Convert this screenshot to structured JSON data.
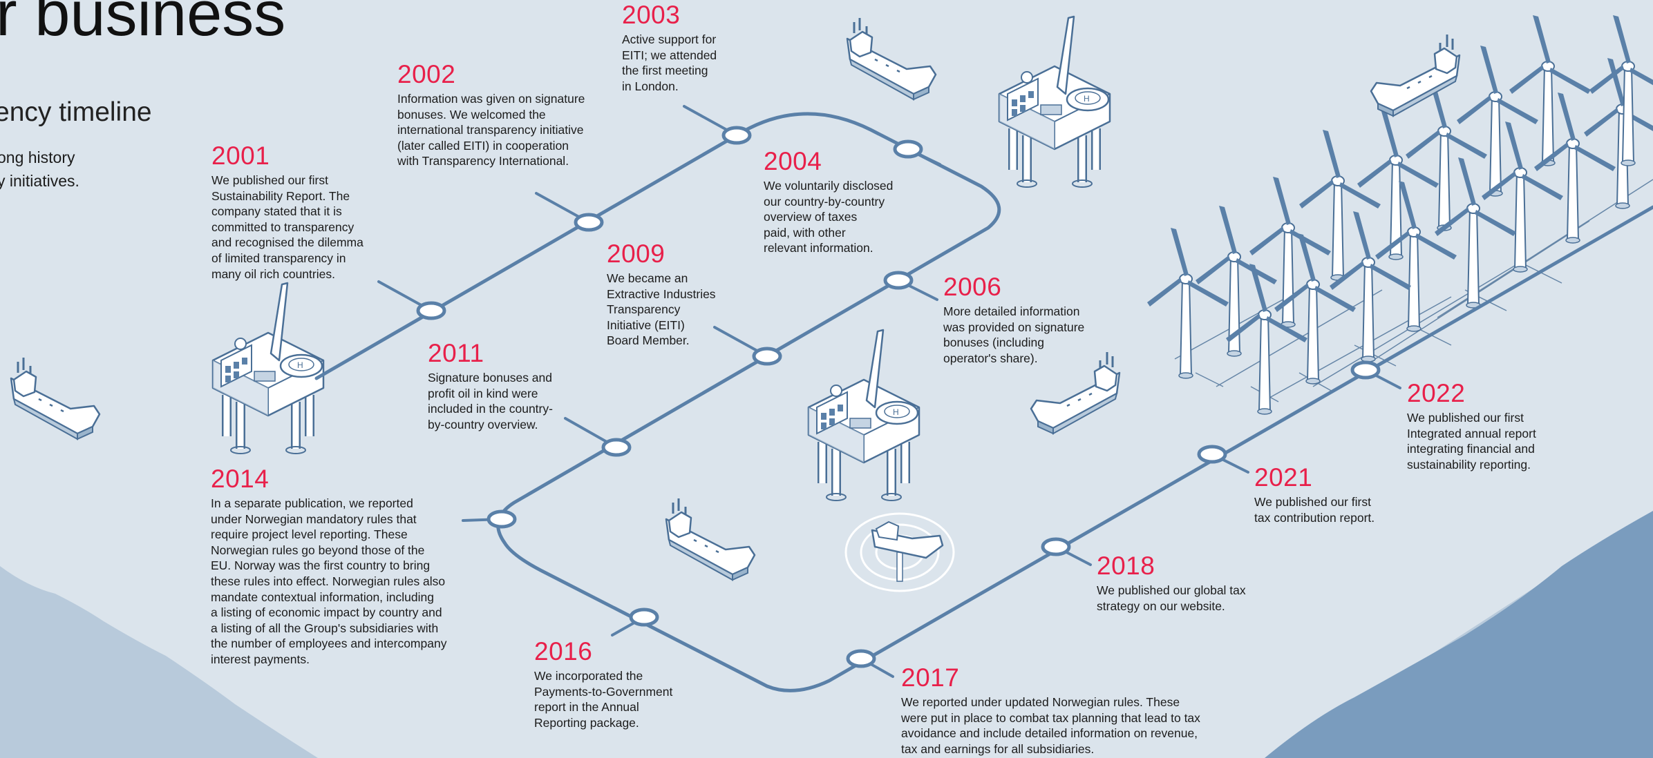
{
  "page": {
    "title": "r business",
    "subtitle": "ency timeline",
    "intro_line1": "ong history",
    "intro_line2": "y initiatives."
  },
  "colors": {
    "background": "#dbe4ec",
    "timeline": "#5a80a8",
    "accent_year": "#e8204a",
    "text": "#1c1c1c",
    "illustration_fill": "#ffffff",
    "illustration_shade": "#c5d4e3",
    "illustration_stroke": "#4a6f96",
    "coast_light": "#b8cadb",
    "coast_dark": "#7a9cbe"
  },
  "milestones": [
    {
      "year": "2001",
      "lines": [
        "We published our first",
        "Sustainability Report. The",
        "company stated that it is",
        "committed to transparency",
        "and recognised the dilemma",
        "of limited transparency in",
        "many oil rich countries."
      ]
    },
    {
      "year": "2002",
      "lines": [
        "Information was given on signature",
        "bonuses. We welcomed the",
        "international transparency initiative",
        "(later called EITI) in cooperation",
        "with Transparency International."
      ]
    },
    {
      "year": "2003",
      "lines": [
        "Active support for",
        "EITI; we attended",
        "the first meeting",
        "in London."
      ]
    },
    {
      "year": "2004",
      "lines": [
        "We voluntarily disclosed",
        "our country-by-country",
        "overview of taxes",
        "paid, with other",
        "relevant information."
      ]
    },
    {
      "year": "2006",
      "lines": [
        "More detailed information",
        "was provided on signature",
        "bonuses (including",
        "operator's share)."
      ]
    },
    {
      "year": "2009",
      "lines": [
        "We became an",
        "Extractive Industries",
        "Transparency",
        "Initiative (EITI)",
        "Board Member."
      ]
    },
    {
      "year": "2011",
      "lines": [
        "Signature bonuses and",
        "profit oil in kind were",
        "included in the country-",
        "by-country overview."
      ]
    },
    {
      "year": "2014",
      "lines": [
        "In a separate publication, we reported",
        "under Norwegian mandatory rules that",
        "require project level reporting. These",
        "Norwegian rules go beyond those of the",
        "EU. Norway was the first country to bring",
        "these rules into effect. Norwegian rules also",
        "mandate contextual information, including",
        "a listing of economic impact by country and",
        "a listing of all the Group's subsidiaries with",
        "the number of employees and intercompany",
        "interest payments."
      ]
    },
    {
      "year": "2016",
      "lines": [
        "We incorporated the",
        "Payments-to-Government",
        "report in the Annual",
        "Reporting package."
      ]
    },
    {
      "year": "2017",
      "lines": [
        "We reported under updated Norwegian rules. These",
        "were put in place to combat tax planning that lead to tax",
        "avoidance and include detailed information on revenue,",
        "tax and earnings for all subsidiaries."
      ]
    },
    {
      "year": "2018",
      "lines": [
        "We published our global tax",
        "strategy on our website."
      ]
    },
    {
      "year": "2021",
      "lines": [
        "We published our first",
        "tax contribution report."
      ]
    },
    {
      "year": "2022",
      "lines": [
        "We published our first",
        "Integrated annual report",
        "integrating financial and",
        "sustainability reporting."
      ]
    }
  ],
  "illustrations": {
    "platform": "offshore-platform-icon",
    "ship": "supply-ship-icon",
    "wind_turbine": "wind-turbine-icon",
    "helipad_ship": "ship-on-target-icon"
  }
}
